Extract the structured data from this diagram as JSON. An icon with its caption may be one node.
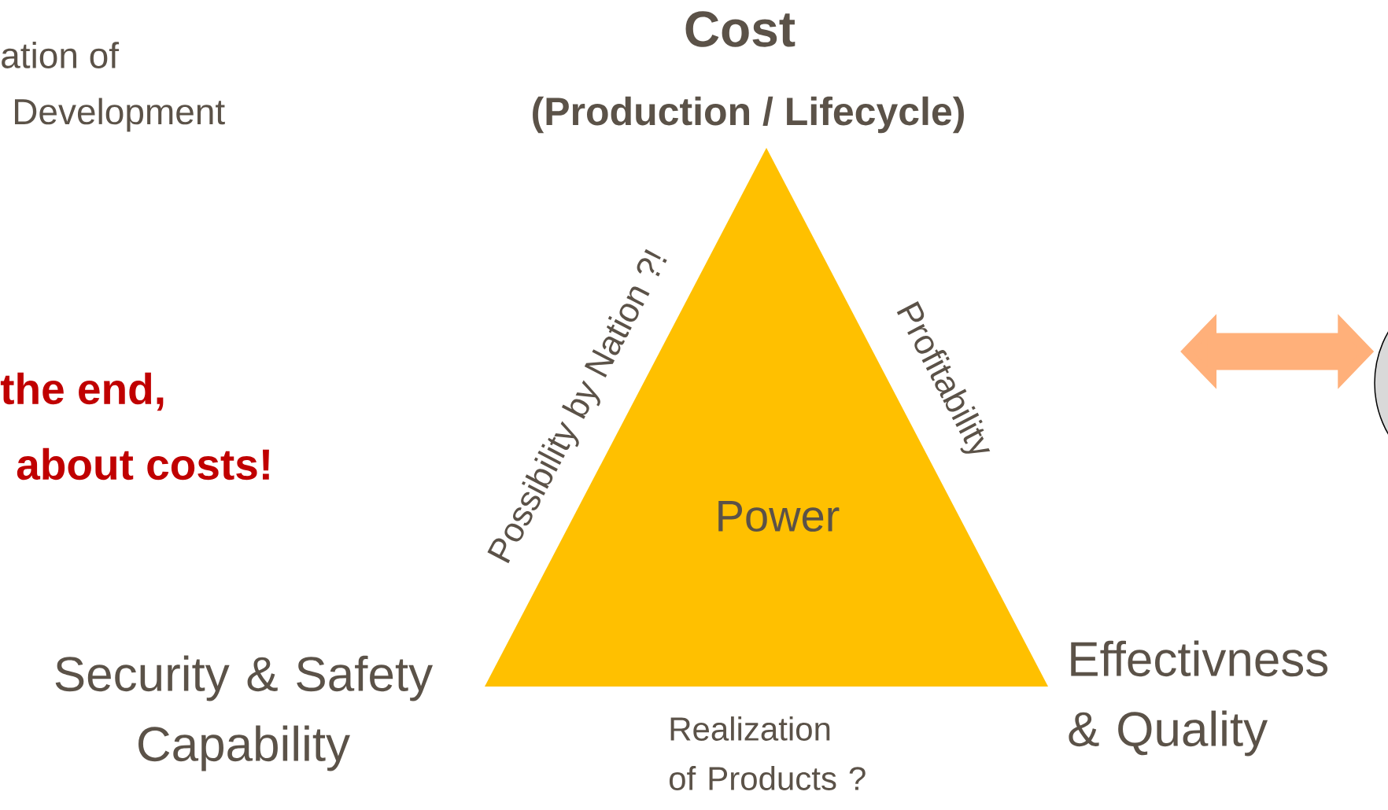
{
  "diagram": {
    "nodes": [
      {
        "text": [
          "Power"
        ]
      },
      {
        "text": [],
        "shape": "circle"
      }
    ],
    "edges": [
      {
        "from": null,
        "to": 1,
        "arrow": "both"
      }
    ],
    "labels": [
      "ation of",
      "Development",
      "Cost",
      "(Production / Lifecycle)",
      "Possibility by Nation ?!",
      "Profitability",
      "the end,",
      "about costs!",
      "Security & Safety Capability",
      "Effectivness & Quality",
      "Realization of Products ?"
    ]
  }
}
